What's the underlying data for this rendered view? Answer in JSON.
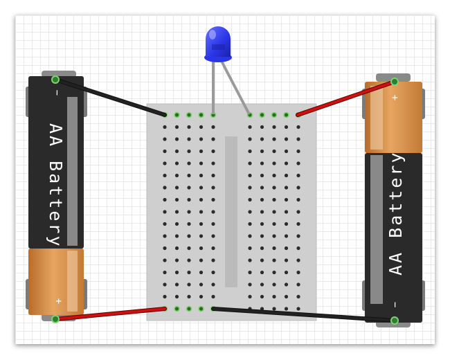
{
  "batteries": [
    {
      "label": "AA Battery",
      "top_terminal": "−",
      "bottom_terminal": "+"
    },
    {
      "label": "AA Battery",
      "top_terminal": "+",
      "bottom_terminal": "−"
    }
  ],
  "components": {
    "led": {
      "color": "#2a35e8"
    },
    "breadboard": {
      "columns_per_side": 5,
      "rows": 17
    },
    "wires": [
      {
        "id": "wire-left-top",
        "color": "#222222"
      },
      {
        "id": "wire-left-bottom",
        "color": "#cc1111"
      },
      {
        "id": "wire-right-top",
        "color": "#cc1111"
      },
      {
        "id": "wire-right-bottom",
        "color": "#222222"
      }
    ]
  }
}
